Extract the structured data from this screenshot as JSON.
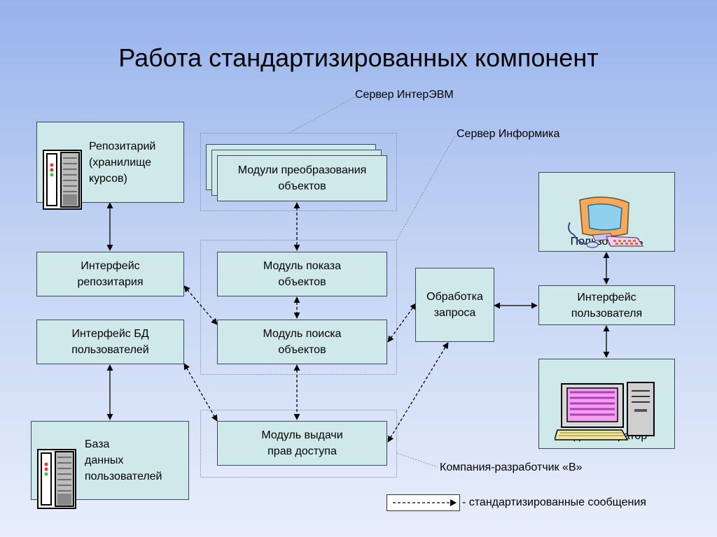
{
  "title": "Работа стандартизированных компонент",
  "annotations": {
    "server_interevm": "Сервер ИнтерЭВМ",
    "server_informika": "Сервер Информика",
    "company": "Компания-разработчик «В»"
  },
  "boxes": {
    "repository": "Репозитарий\n(хранилище\nкурсов)",
    "conversion_modules": "Модули преобразования\nобъектов",
    "repository_interface": "Интерфейс\nрепозитария",
    "display_module": "Модуль показа\nобъектов",
    "search_module": "Модуль поиска\nобъектов",
    "users_db_interface": "Интерфейс БД\nпользователей",
    "rights_module": "Модуль выдачи\nправ доступа",
    "users_db": "База\nданных\nпользователей",
    "request_processing": "Обработка\nзапроса",
    "user": "Пользователь",
    "user_interface": "Интерфейс\nпользователя",
    "administrator": "Администратор"
  },
  "legend": {
    "text": "- стандартизированные сообщения"
  }
}
